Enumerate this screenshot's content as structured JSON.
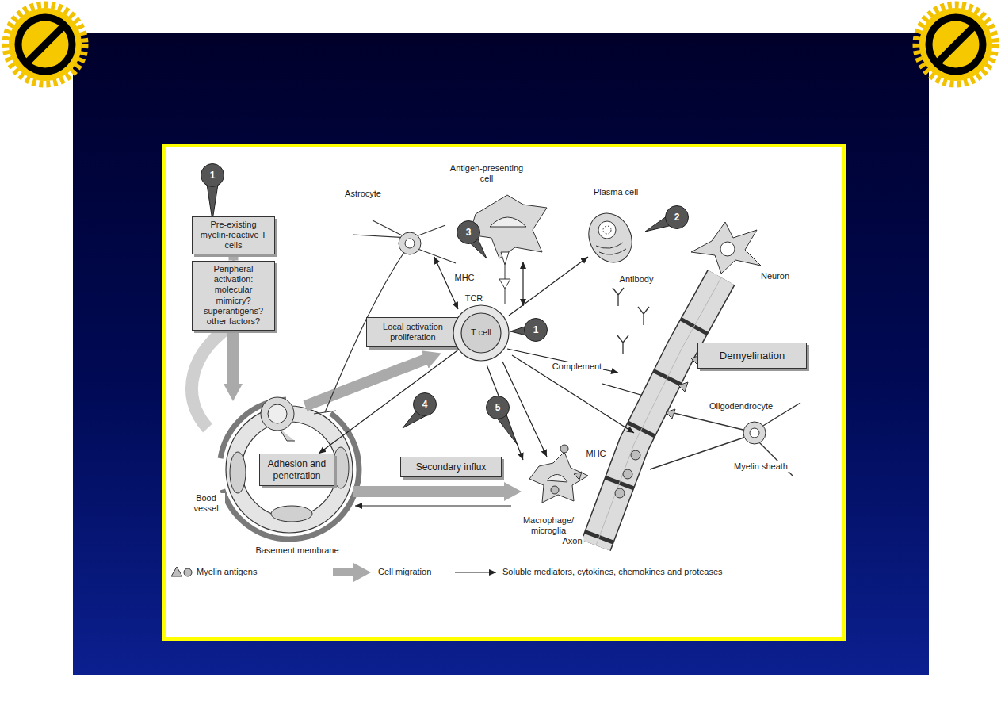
{
  "diagram": {
    "nodes": [
      {
        "text": [
          "Pre-existing myelin-reactive T cells"
        ]
      },
      {
        "text": [
          "Peripheral activation: molecular mimicry? superantigens? other factors?"
        ]
      },
      {
        "text": [
          "Local activation proliferation"
        ]
      },
      {
        "text": [
          "T cell"
        ]
      },
      {
        "text": [
          "Demyelination"
        ]
      },
      {
        "text": [
          "Adhesion and penetration"
        ]
      },
      {
        "text": [
          "Secondary influx"
        ]
      }
    ],
    "edges": [
      {
        "from": 0,
        "to": 1,
        "arrow": "to"
      },
      {
        "from": 3,
        "to": 5,
        "arrow": "to"
      }
    ],
    "labels": [
      "1",
      "Astrocyte",
      "Antigen-presenting cell",
      "Plasma cell",
      "3",
      "2",
      "Neuron",
      "MHC",
      "Antibody",
      "TCR",
      "1",
      "Complement",
      "Oligodendrocyte",
      "4",
      "5",
      "MHC",
      "Myelin sheath",
      "Bood vessel",
      "Macrophage/ microglia",
      "Axon",
      "Basement membrane"
    ],
    "legend": [
      {
        "text": "Myelin antigens"
      },
      {
        "text": "Cell migration"
      },
      {
        "text": "Soluble mediators, cytokines, chemokines and proteases"
      }
    ]
  }
}
